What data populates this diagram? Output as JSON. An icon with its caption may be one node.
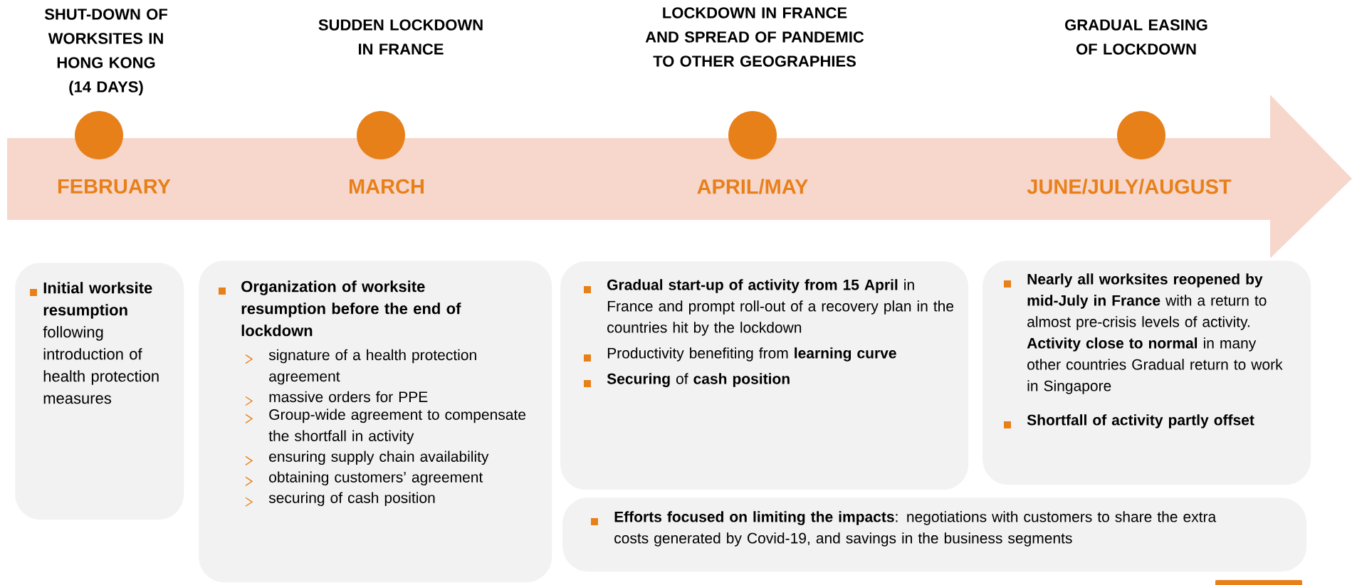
{
  "diagram": {
    "nodes": [
      {
        "text": [],
        "shape": "circle",
        "beside": [
          "FEBRUARY"
        ]
      },
      {
        "text": [],
        "shape": "circle",
        "beside": [
          "MARCH"
        ]
      },
      {
        "text": [],
        "shape": "circle",
        "beside": [
          "APRIL/MAY"
        ]
      },
      {
        "text": [],
        "shape": "circle",
        "beside": [
          "JUNE/JULY/AUGUST"
        ]
      },
      {
        "text": [
          "**Initial worksite resumption** following introduction of health protection measures"
        ]
      },
      {
        "text": [
          "Organization of worksite resumption before the end of lockdown",
          "signature of a health protection agreement",
          "massive orders for PPE",
          "Group-wide agreement to compensate the shortfall in activity",
          "ensuring supply chain availability",
          "obtaining customers’ agreement",
          "securing of cash position"
        ]
      },
      {
        "text": [
          "**Gradual start-up of activity from 15 April** in France and prompt roll-out of a recovery plan in the countries hit by the lockdown",
          "Productivity benefiting from **learning curve**",
          "**Securing** of **cash position**"
        ]
      },
      {
        "text": [
          "**Nearly all worksites reopened by mid-July in France** with a return to almost pre-crisis levels of activity. **Activity close to normal** in many other countries Gradual return to work in Singapore",
          "Shortfall of activity partly offset"
        ]
      },
      {
        "text": [
          "**Efforts focused on limiting the impacts**: negotiations with customers to share the extra costs generated by Covid-19, and savings in the business segments"
        ]
      }
    ],
    "labels": [
      "SHUT-DOWN OF WORKSITES IN HONG KONG (14 DAYS)",
      "SUDDEN LOCKDOWN IN FRANCE",
      "LOCKDOWN IN FRANCE AND SPREAD OF PANDEMIC TO OTHER GEOGRAPHIES",
      "GRADUAL EASING OF LOCKDOWN"
    ]
  }
}
